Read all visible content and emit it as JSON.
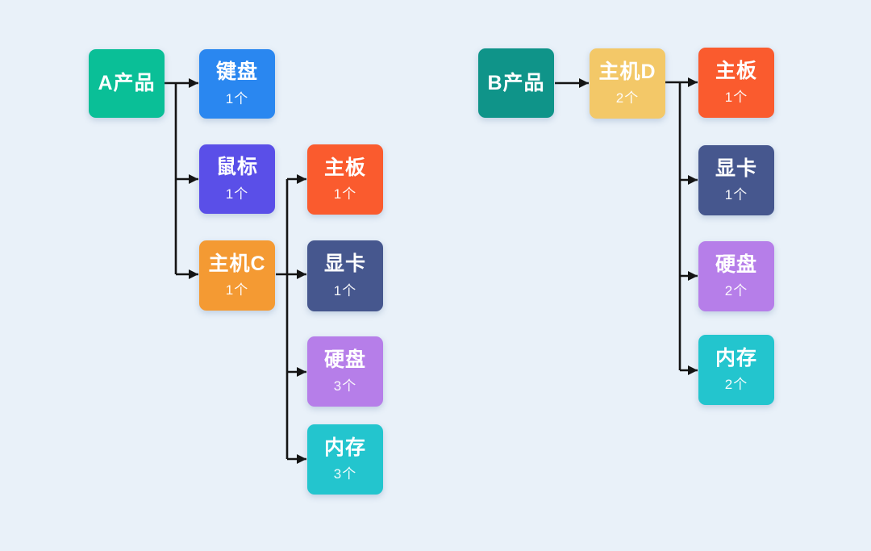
{
  "diagram": {
    "background": "#e9f1f9",
    "connector_color": "#141414",
    "nodes": [
      {
        "id": "a-product",
        "label": "A产品",
        "color": "#0abf97"
      },
      {
        "id": "a-keyboard",
        "label": "键盘",
        "count": "1个",
        "color": "#2a87f0"
      },
      {
        "id": "a-mouse",
        "label": "鼠标",
        "count": "1个",
        "color": "#5a4fe8"
      },
      {
        "id": "a-host-c",
        "label": "主机C",
        "count": "1个",
        "color": "#f49a33"
      },
      {
        "id": "a-motherboard",
        "label": "主板",
        "count": "1个",
        "color": "#fa5b2e"
      },
      {
        "id": "a-gpu",
        "label": "显卡",
        "count": "1个",
        "color": "#46578e"
      },
      {
        "id": "a-hdd",
        "label": "硬盘",
        "count": "3个",
        "color": "#b67ee9"
      },
      {
        "id": "a-memory",
        "label": "内存",
        "count": "3个",
        "color": "#23c5ce"
      },
      {
        "id": "b-product",
        "label": "B产品",
        "color": "#0f9489"
      },
      {
        "id": "b-host-d",
        "label": "主机D",
        "count": "2个",
        "color": "#f3c868"
      },
      {
        "id": "b-motherboard",
        "label": "主板",
        "count": "1个",
        "color": "#fa5b2e"
      },
      {
        "id": "b-gpu",
        "label": "显卡",
        "count": "1个",
        "color": "#46578e"
      },
      {
        "id": "b-hdd",
        "label": "硬盘",
        "count": "2个",
        "color": "#b67ee9"
      },
      {
        "id": "b-memory",
        "label": "内存",
        "count": "2个",
        "color": "#23c5ce"
      }
    ],
    "edges": [
      {
        "from": "a-product",
        "to": "a-keyboard"
      },
      {
        "from": "a-product",
        "to": "a-mouse"
      },
      {
        "from": "a-product",
        "to": "a-host-c"
      },
      {
        "from": "a-host-c",
        "to": "a-motherboard"
      },
      {
        "from": "a-host-c",
        "to": "a-gpu"
      },
      {
        "from": "a-host-c",
        "to": "a-hdd"
      },
      {
        "from": "a-host-c",
        "to": "a-memory"
      },
      {
        "from": "b-product",
        "to": "b-host-d"
      },
      {
        "from": "b-host-d",
        "to": "b-motherboard"
      },
      {
        "from": "b-host-d",
        "to": "b-gpu"
      },
      {
        "from": "b-host-d",
        "to": "b-hdd"
      },
      {
        "from": "b-host-d",
        "to": "b-memory"
      }
    ]
  }
}
